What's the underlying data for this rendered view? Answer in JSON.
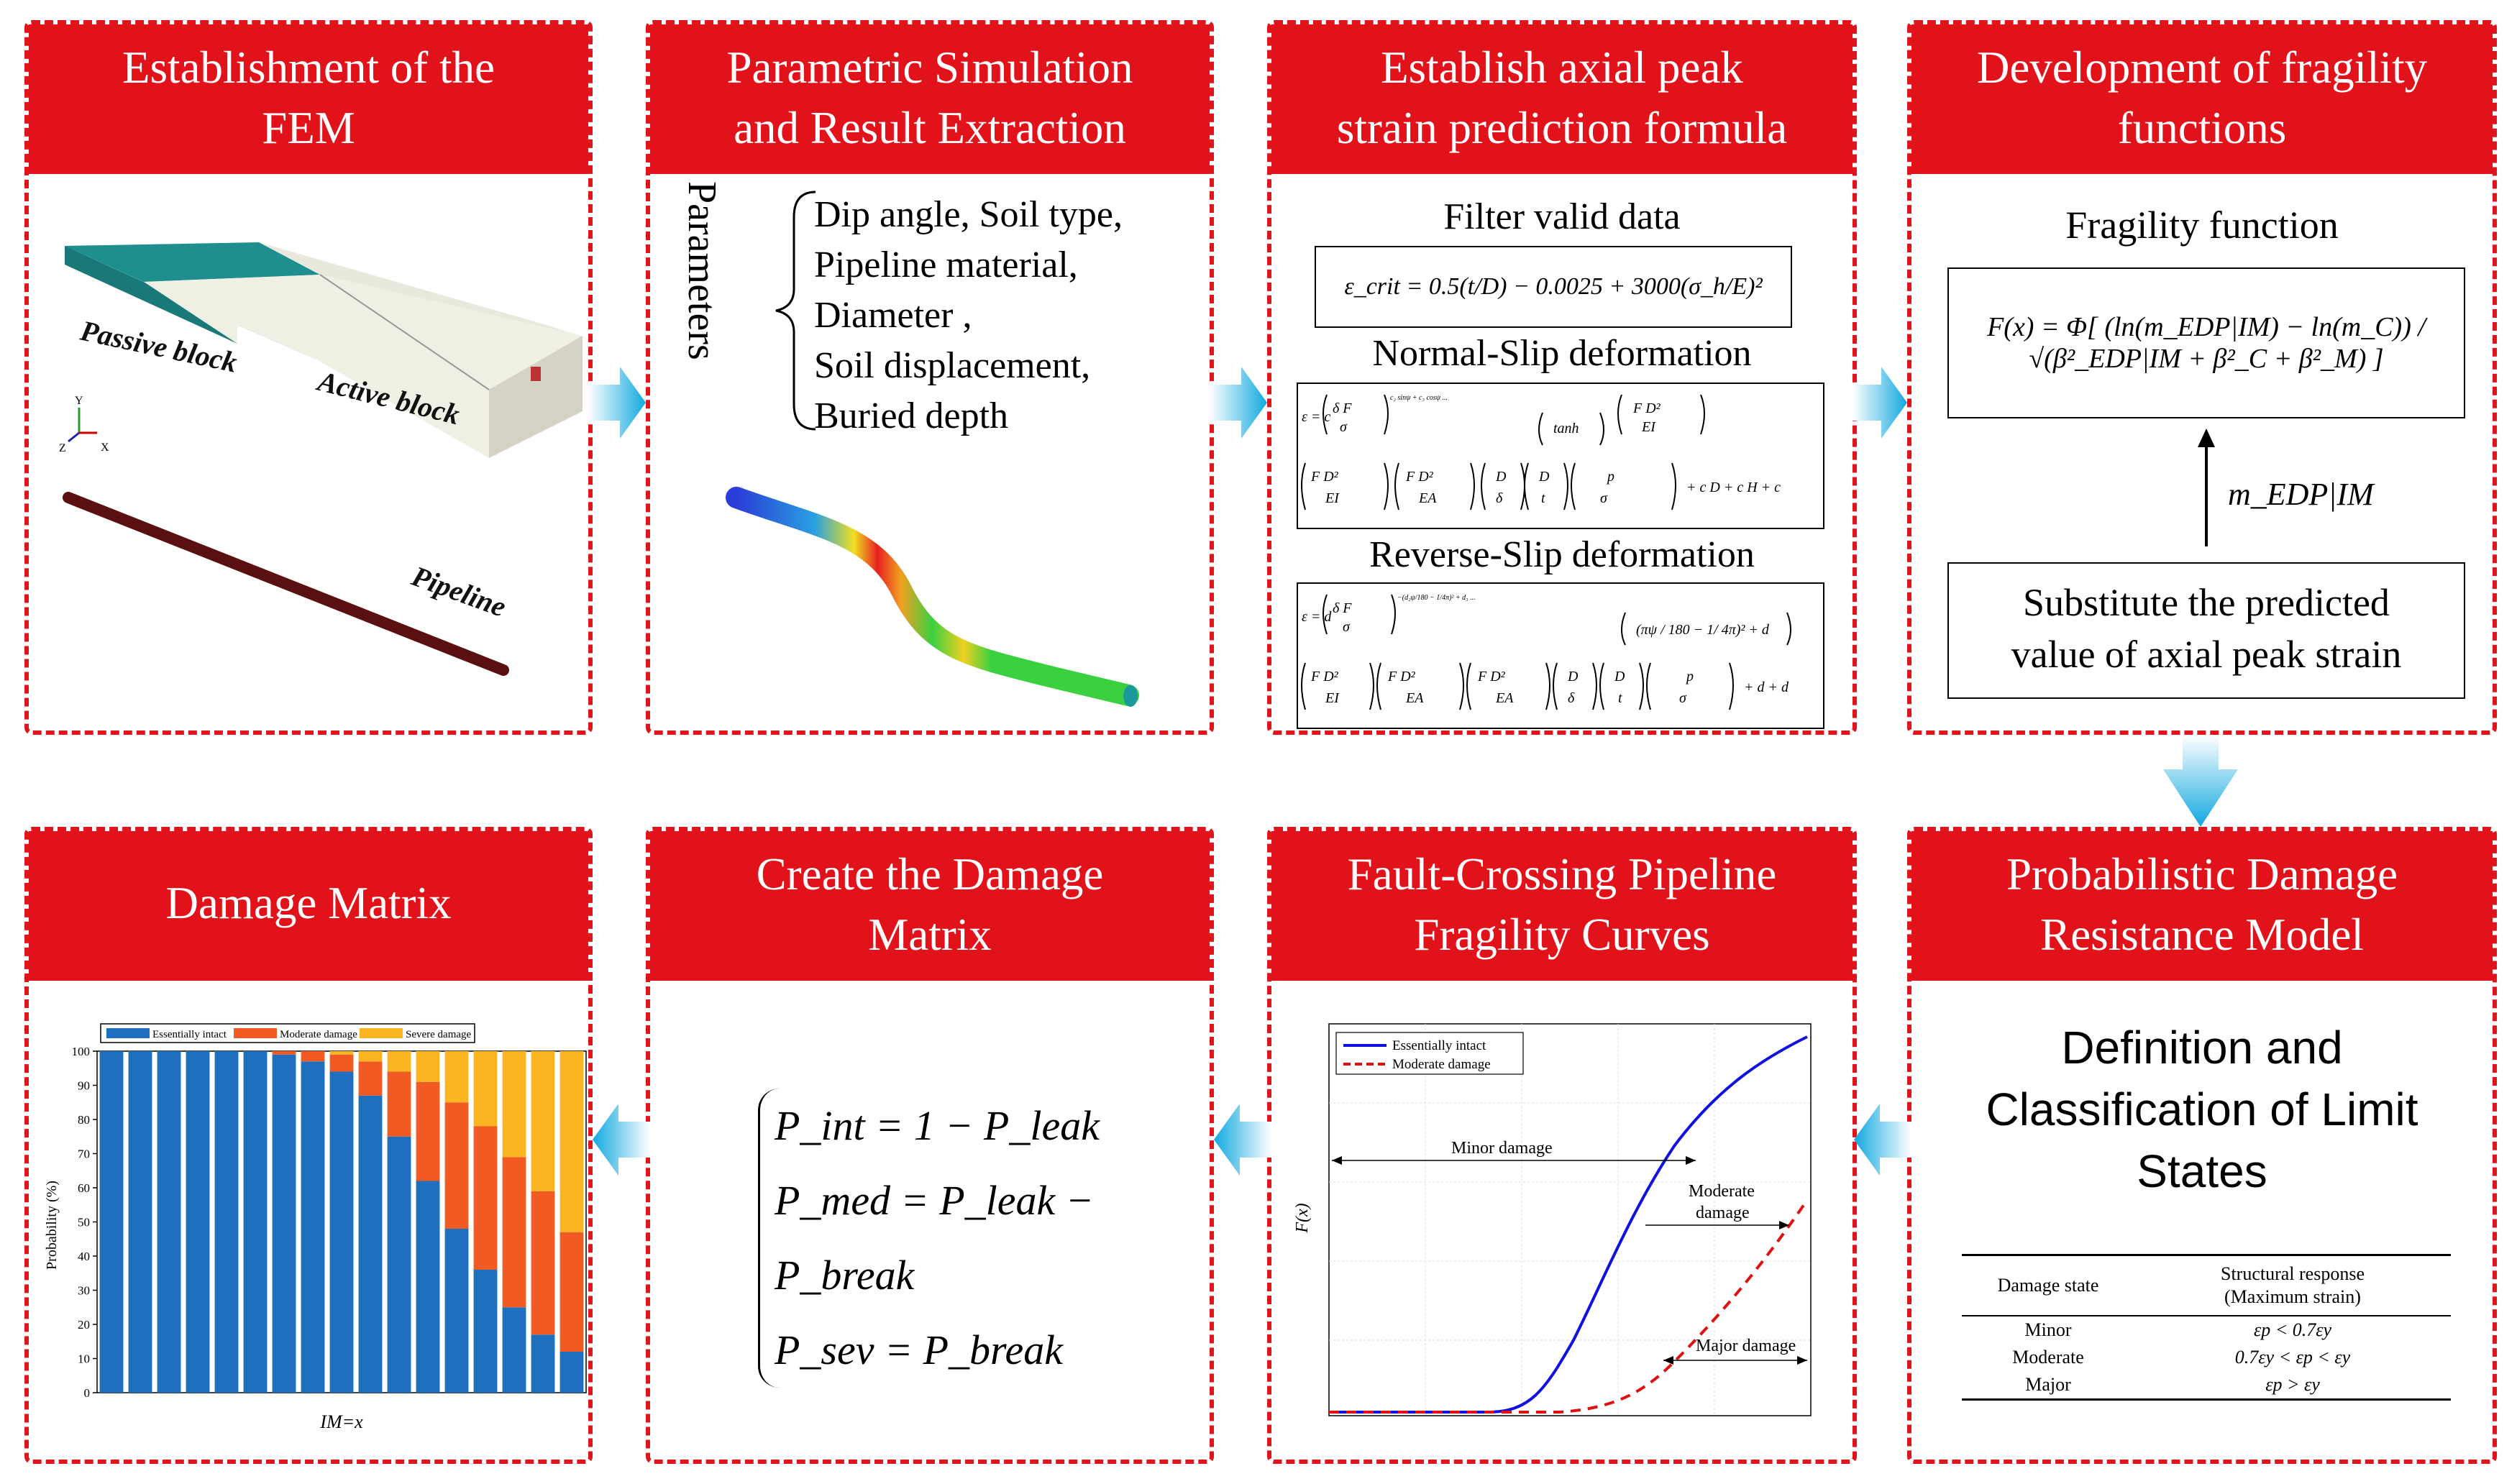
{
  "panels": [
    {
      "id": "p1",
      "title_l1": "Establishment  of the",
      "title_l2": "FEM"
    },
    {
      "id": "p2",
      "title_l1": "Parametric Simulation",
      "title_l2": "and Result Extraction"
    },
    {
      "id": "p3",
      "title_l1": "Establish axial peak",
      "title_l2": "strain prediction formula"
    },
    {
      "id": "p4",
      "title_l1": "Development  of fragility",
      "title_l2": "functions"
    },
    {
      "id": "p5",
      "title_l1": "Damage Matrix",
      "title_l2": ""
    },
    {
      "id": "p6",
      "title_l1": "Create the Damage",
      "title_l2": "Matrix"
    },
    {
      "id": "p7",
      "title_l1": "Fault-Crossing Pipeline",
      "title_l2": "Fragility Curves"
    },
    {
      "id": "p8",
      "title_l1": "Probabilistic Damage",
      "title_l2": "Resistance Model"
    }
  ],
  "fem": {
    "passive": "Passive block",
    "active": "Active block",
    "pipeline": "Pipeline",
    "axis_y": "Y",
    "axis_z": "Z",
    "axis_x": "X"
  },
  "params": {
    "label": "Parameters",
    "items": [
      "Dip angle, Soil type,",
      "Pipeline material,",
      "Diameter ,",
      "Soil displacement,",
      "Buried depth"
    ]
  },
  "formula": {
    "filter": "Filter valid data",
    "eq1": "ε_crit = 0.5(t/D) − 0.0025 + 3000(σ_h/E)²",
    "normal": "Normal-Slip  deformation",
    "reverse": "Reverse-Slip  deformation"
  },
  "fragility": {
    "title": "Fragility  function",
    "eq": "F(x) = Φ[ (ln(m_EDP|IM) − ln(m_C)) / √(β²_EDP|IM + β²_C + β²_M) ]",
    "m_label": "m_EDP|IM",
    "box_l1": "Substitute the predicted",
    "box_l2": "value  of axial  peak strain"
  },
  "damage_chart": {
    "legend": [
      "Essentially intact",
      "Moderate damage",
      "Severe damage"
    ],
    "ylabel": "Probability (%)",
    "xlabel": "IM=x",
    "colors": [
      "#1f6fbf",
      "#f15a22",
      "#fbb520"
    ]
  },
  "chart_data": {
    "type": "bar",
    "stacked": true,
    "ylabel": "Probability (%)",
    "xlabel": "IM=x",
    "ylim": [
      0,
      100
    ],
    "yticks": [
      0,
      10,
      20,
      30,
      40,
      50,
      60,
      70,
      80,
      90,
      100
    ],
    "series": [
      {
        "name": "Essentially intact",
        "values": [
          100,
          100,
          100,
          100,
          100,
          100,
          99,
          97,
          94,
          87,
          75,
          62,
          48,
          36,
          25,
          17,
          12
        ]
      },
      {
        "name": "Moderate damage",
        "values": [
          0,
          0,
          0,
          0,
          0,
          0,
          1,
          3,
          5,
          10,
          19,
          29,
          37,
          42,
          44,
          42,
          35
        ]
      },
      {
        "name": "Severe damage",
        "values": [
          0,
          0,
          0,
          0,
          0,
          0,
          0,
          0,
          1,
          3,
          6,
          9,
          15,
          22,
          31,
          41,
          53
        ]
      }
    ]
  },
  "damage_eq": {
    "l1": "P_int = 1 − P_leak",
    "l2": "P_med = P_leak − P_break",
    "l3": "P_sev = P_break"
  },
  "curves": {
    "legend": [
      "Essentially intact",
      "Moderate damage"
    ],
    "ylabel": "F(x)",
    "minor": "Minor damage",
    "moderate_l1": "Moderate",
    "moderate_l2": "damage",
    "major": "Major damage"
  },
  "limit_states": {
    "title_l1": "Definition and",
    "title_l2": "Classification of Limit",
    "title_l3": "States",
    "col1": "Damage state",
    "col2_l1": "Structural response",
    "col2_l2": "(Maximum strain)",
    "rows": [
      {
        "state": "Minor",
        "resp": "εp < 0.7εy"
      },
      {
        "state": "Moderate",
        "resp": "0.7εy < εp < εy"
      },
      {
        "state": "Major",
        "resp": "εp > εy"
      }
    ]
  }
}
